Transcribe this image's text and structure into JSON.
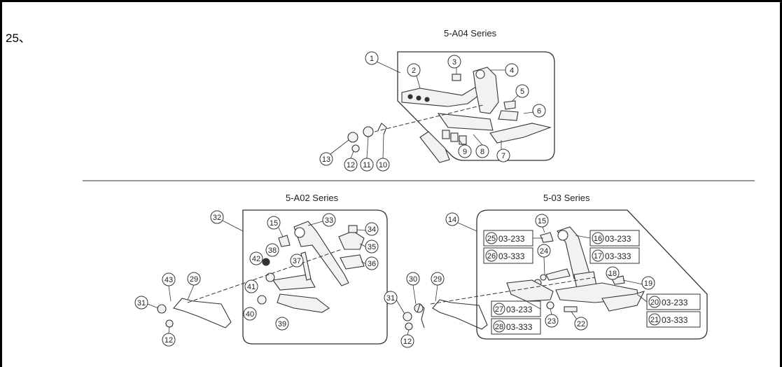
{
  "index_label": "25、",
  "sections": {
    "a04": {
      "title": "5-A04 Series"
    },
    "a02": {
      "title": "5-A02 Series"
    },
    "s03": {
      "title": "5-03 Series"
    }
  },
  "callouts": {
    "a04": [
      "1",
      "2",
      "3",
      "4",
      "5",
      "6",
      "7",
      "8",
      "9",
      "10",
      "11",
      "12",
      "13"
    ],
    "a02": [
      "32",
      "15",
      "33",
      "34",
      "35",
      "36",
      "42",
      "38",
      "37",
      "41",
      "40",
      "39",
      "43",
      "29",
      "31",
      "12"
    ],
    "s03": [
      "14",
      "15",
      "30",
      "29",
      "31",
      "12",
      "24",
      "23",
      "22",
      "18",
      "19"
    ]
  },
  "code_boxes": [
    {
      "num": "25",
      "code": "03-233"
    },
    {
      "num": "26",
      "code": "03-333"
    },
    {
      "num": "16",
      "code": "03-233"
    },
    {
      "num": "17",
      "code": "03-333"
    },
    {
      "num": "27",
      "code": "03-233"
    },
    {
      "num": "28",
      "code": "03-333"
    },
    {
      "num": "20",
      "code": "03-233"
    },
    {
      "num": "21",
      "code": "03-333"
    }
  ],
  "colors": {
    "line": "#333333",
    "divider": "#999999",
    "part_fill": "#f2f2f2",
    "hole_fill": "#333333"
  }
}
